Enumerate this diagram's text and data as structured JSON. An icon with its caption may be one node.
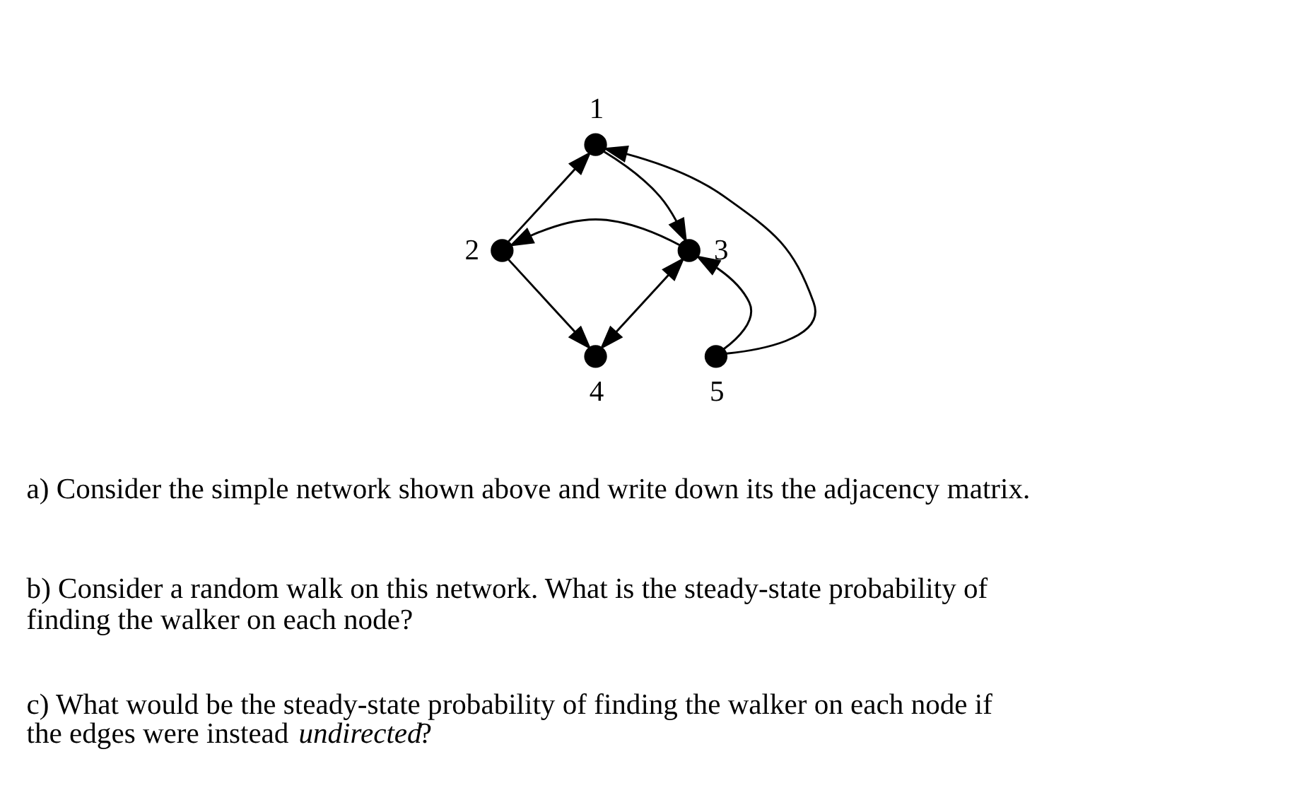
{
  "diagram": {
    "nodes": [
      {
        "text": [
          "1"
        ]
      },
      {
        "text": [
          "2"
        ]
      },
      {
        "text": [
          "3"
        ]
      },
      {
        "text": [
          "4"
        ]
      },
      {
        "text": [
          "5"
        ]
      }
    ],
    "edges": [
      {
        "from": 1,
        "to": 0,
        "arrow": "to"
      },
      {
        "from": 0,
        "to": 2,
        "arrow": "to"
      },
      {
        "from": 2,
        "to": 1,
        "arrow": "to"
      },
      {
        "from": 1,
        "to": 3,
        "arrow": "to"
      },
      {
        "from": 2,
        "to": 3,
        "arrow": "both"
      },
      {
        "from": 4,
        "to": 0,
        "arrow": "to"
      },
      {
        "from": 4,
        "to": 2,
        "arrow": "to"
      }
    ],
    "labels": [
      "a) Consider the simple network shown above and write down its the adjacency matrix.",
      "b) Consider a random walk on this network. What is the steady-state probability of finding the walker on each node?",
      "c) What would be the steady-state probability of finding the walker on each node if the edges were instead *undirected*?"
    ]
  }
}
